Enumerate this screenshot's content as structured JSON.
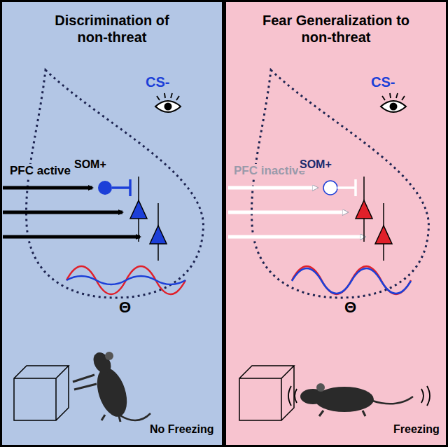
{
  "diagram": {
    "nodes": [
      {
        "text": [
          "Discrimination of non-threat"
        ]
      },
      {
        "text": [
          "Fear Generalization to non-threat"
        ]
      }
    ],
    "labels": [
      "CS-",
      "PFC active",
      "SOM+",
      "Θ",
      "No Freezing",
      "CS-",
      "PFC inactive",
      "SOM+",
      "Θ",
      "Freezing"
    ]
  }
}
